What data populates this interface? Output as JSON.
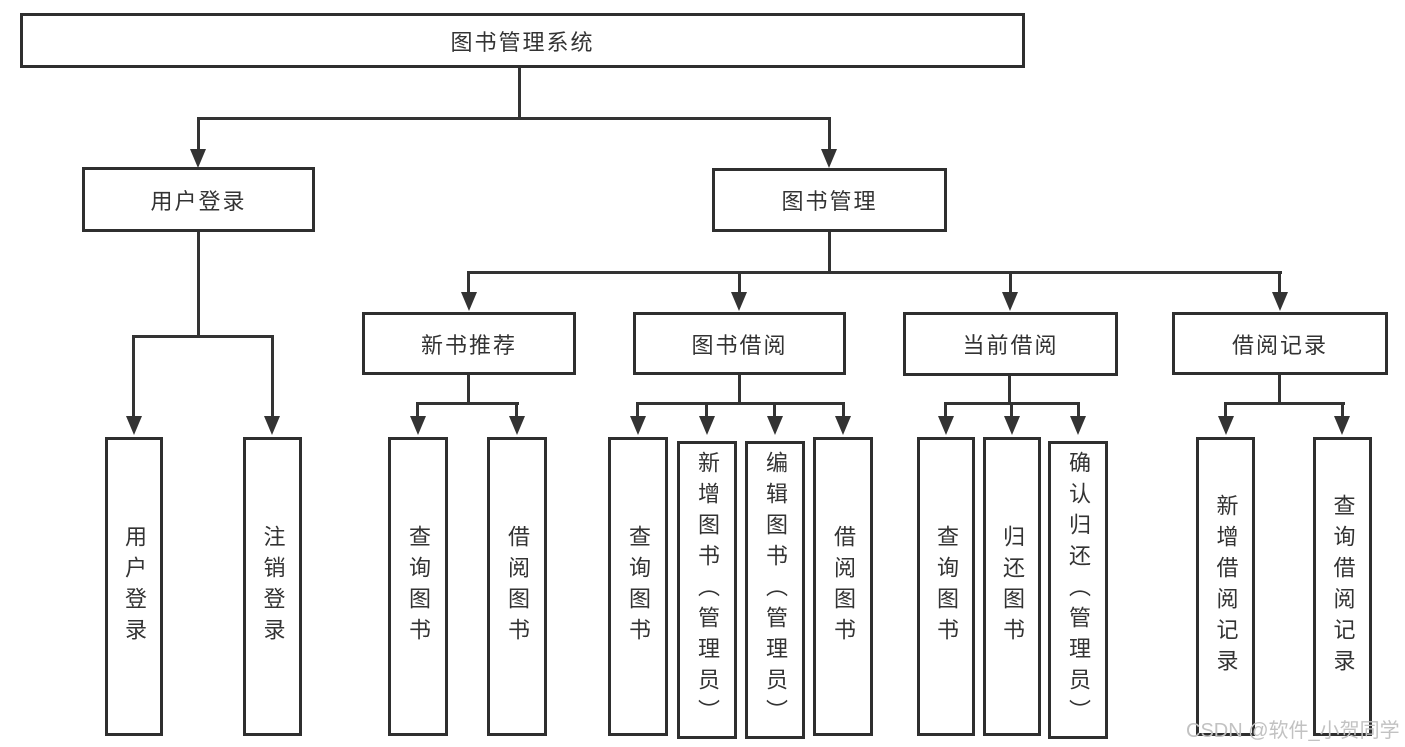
{
  "colors": {
    "line": "#333333",
    "box_border": "#2f2f2f",
    "box_background": "#ffffff",
    "text": "#333333",
    "watermark": "#c2c2c2",
    "page_background": "#ffffff"
  },
  "diagram": {
    "root": {
      "label": "图书管理系统"
    },
    "branches": {
      "user_login": {
        "label": "用户登录"
      },
      "book_mgmt": {
        "label": "图书管理"
      }
    },
    "modules": {
      "new_book_rec": {
        "label": "新书推荐"
      },
      "book_borrow": {
        "label": "图书借阅"
      },
      "current_borrow": {
        "label": "当前借阅"
      },
      "borrow_records": {
        "label": "借阅记录"
      }
    },
    "leaves": {
      "login_user_login": {
        "label": "用户登录"
      },
      "login_logout": {
        "label": "注销登录"
      },
      "rec_query_book": {
        "label": "查询图书"
      },
      "rec_borrow_book": {
        "label": "借阅图书"
      },
      "bor_query_book": {
        "label": "查询图书"
      },
      "bor_add_book": {
        "label": "新增图书（管理员）"
      },
      "bor_edit_book": {
        "label": "编辑图书（管理员）"
      },
      "bor_borrow_book": {
        "label": "借阅图书"
      },
      "cur_query_book": {
        "label": "查询图书"
      },
      "cur_return_book": {
        "label": "归还图书"
      },
      "cur_confirm_return": {
        "label": "确认归还（管理员）"
      },
      "log_add_record": {
        "label": "新增借阅记录"
      },
      "log_query_record": {
        "label": "查询借阅记录"
      }
    }
  },
  "watermark": {
    "text": "CSDN @软件_小贺同学"
  }
}
